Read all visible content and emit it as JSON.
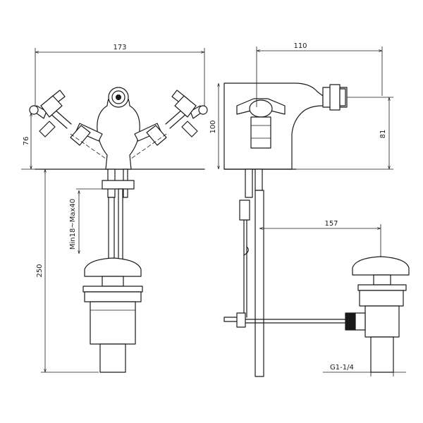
{
  "dimensions": {
    "width_173": "173",
    "height_76": "76",
    "height_250": "250",
    "range_min18_max40": "Min18~Max40",
    "depth_110": "110",
    "height_100": "100",
    "height_81": "81",
    "offset_157": "157",
    "thread_g1_4": "G1-1/4"
  }
}
